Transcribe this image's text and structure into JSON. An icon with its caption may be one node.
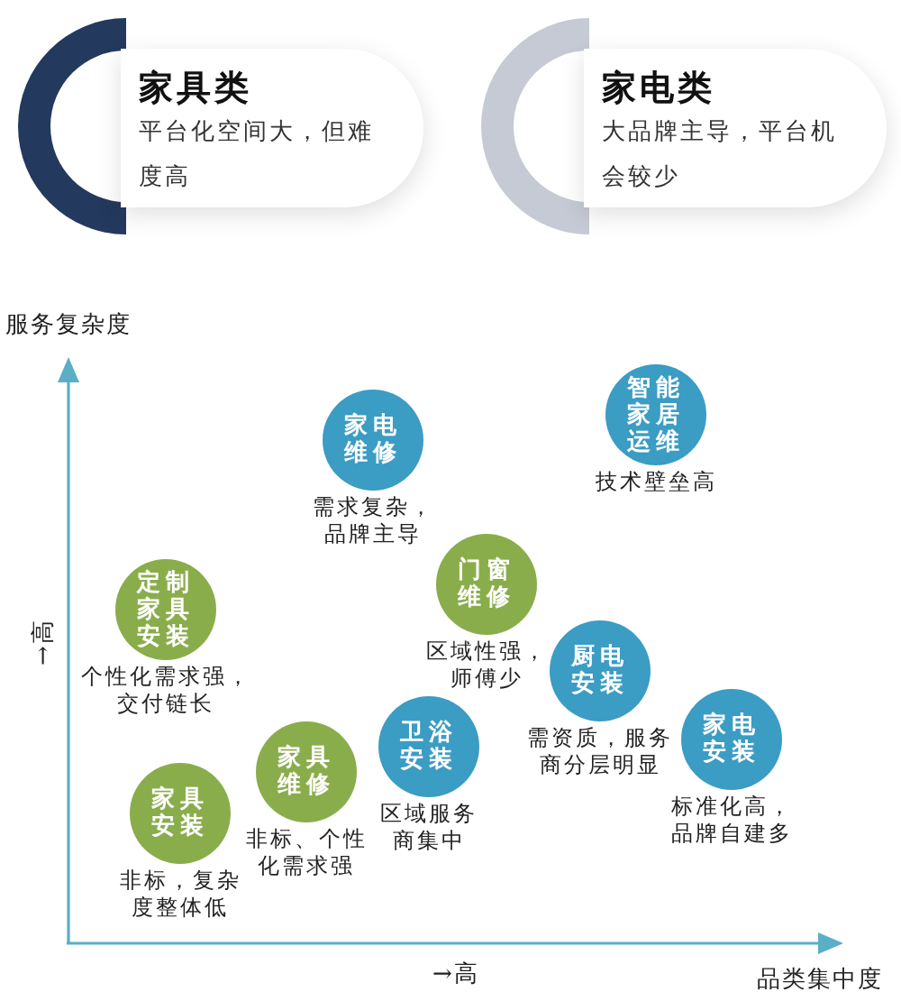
{
  "diagram": {
    "nodes": [
      {
        "text": [
          "家具类",
          "平台化空间大，但难度高"
        ]
      },
      {
        "text": [
          "家电类",
          "大品牌主导，平台机会较少"
        ]
      },
      {
        "text": [
          "智能家居运维"
        ],
        "beside": [
          "技术壁垒高"
        ]
      },
      {
        "text": [
          "家电维修"
        ],
        "beside": [
          "需求复杂，品牌主导"
        ]
      },
      {
        "text": [
          "门窗维修"
        ],
        "beside": [
          "区域性强，师傅少"
        ]
      },
      {
        "text": [
          "定制家具安装"
        ],
        "beside": [
          "个性化需求强，交付链长"
        ]
      },
      {
        "text": [
          "厨电安装"
        ],
        "beside": [
          "需资质，服务商分层明显"
        ]
      },
      {
        "text": [
          "卫浴安装"
        ],
        "beside": [
          "区域服务商集中"
        ]
      },
      {
        "text": [
          "家电安装"
        ],
        "beside": [
          "标准化高，品牌自建多"
        ]
      },
      {
        "text": [
          "家具维修"
        ],
        "beside": [
          "非标、个性化需求强"
        ]
      },
      {
        "text": [
          "家具安装"
        ],
        "beside": [
          "非标，复杂度整体低"
        ]
      }
    ],
    "labels": [
      "服务复杂度",
      "→高",
      "→高",
      "品类集中度"
    ]
  }
}
